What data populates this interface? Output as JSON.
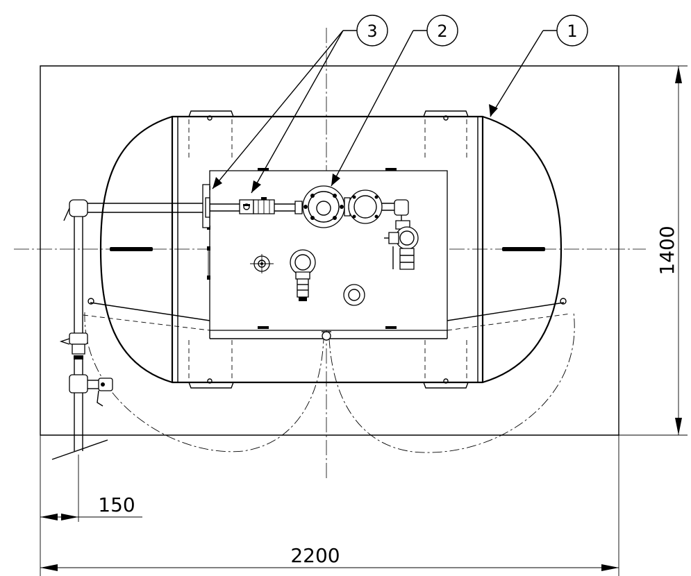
{
  "balloons": [
    {
      "number": "1"
    },
    {
      "number": "2"
    },
    {
      "number": "3"
    }
  ],
  "dimensions": {
    "overall_width": "2200",
    "overall_height": "1400",
    "offset": "150"
  }
}
